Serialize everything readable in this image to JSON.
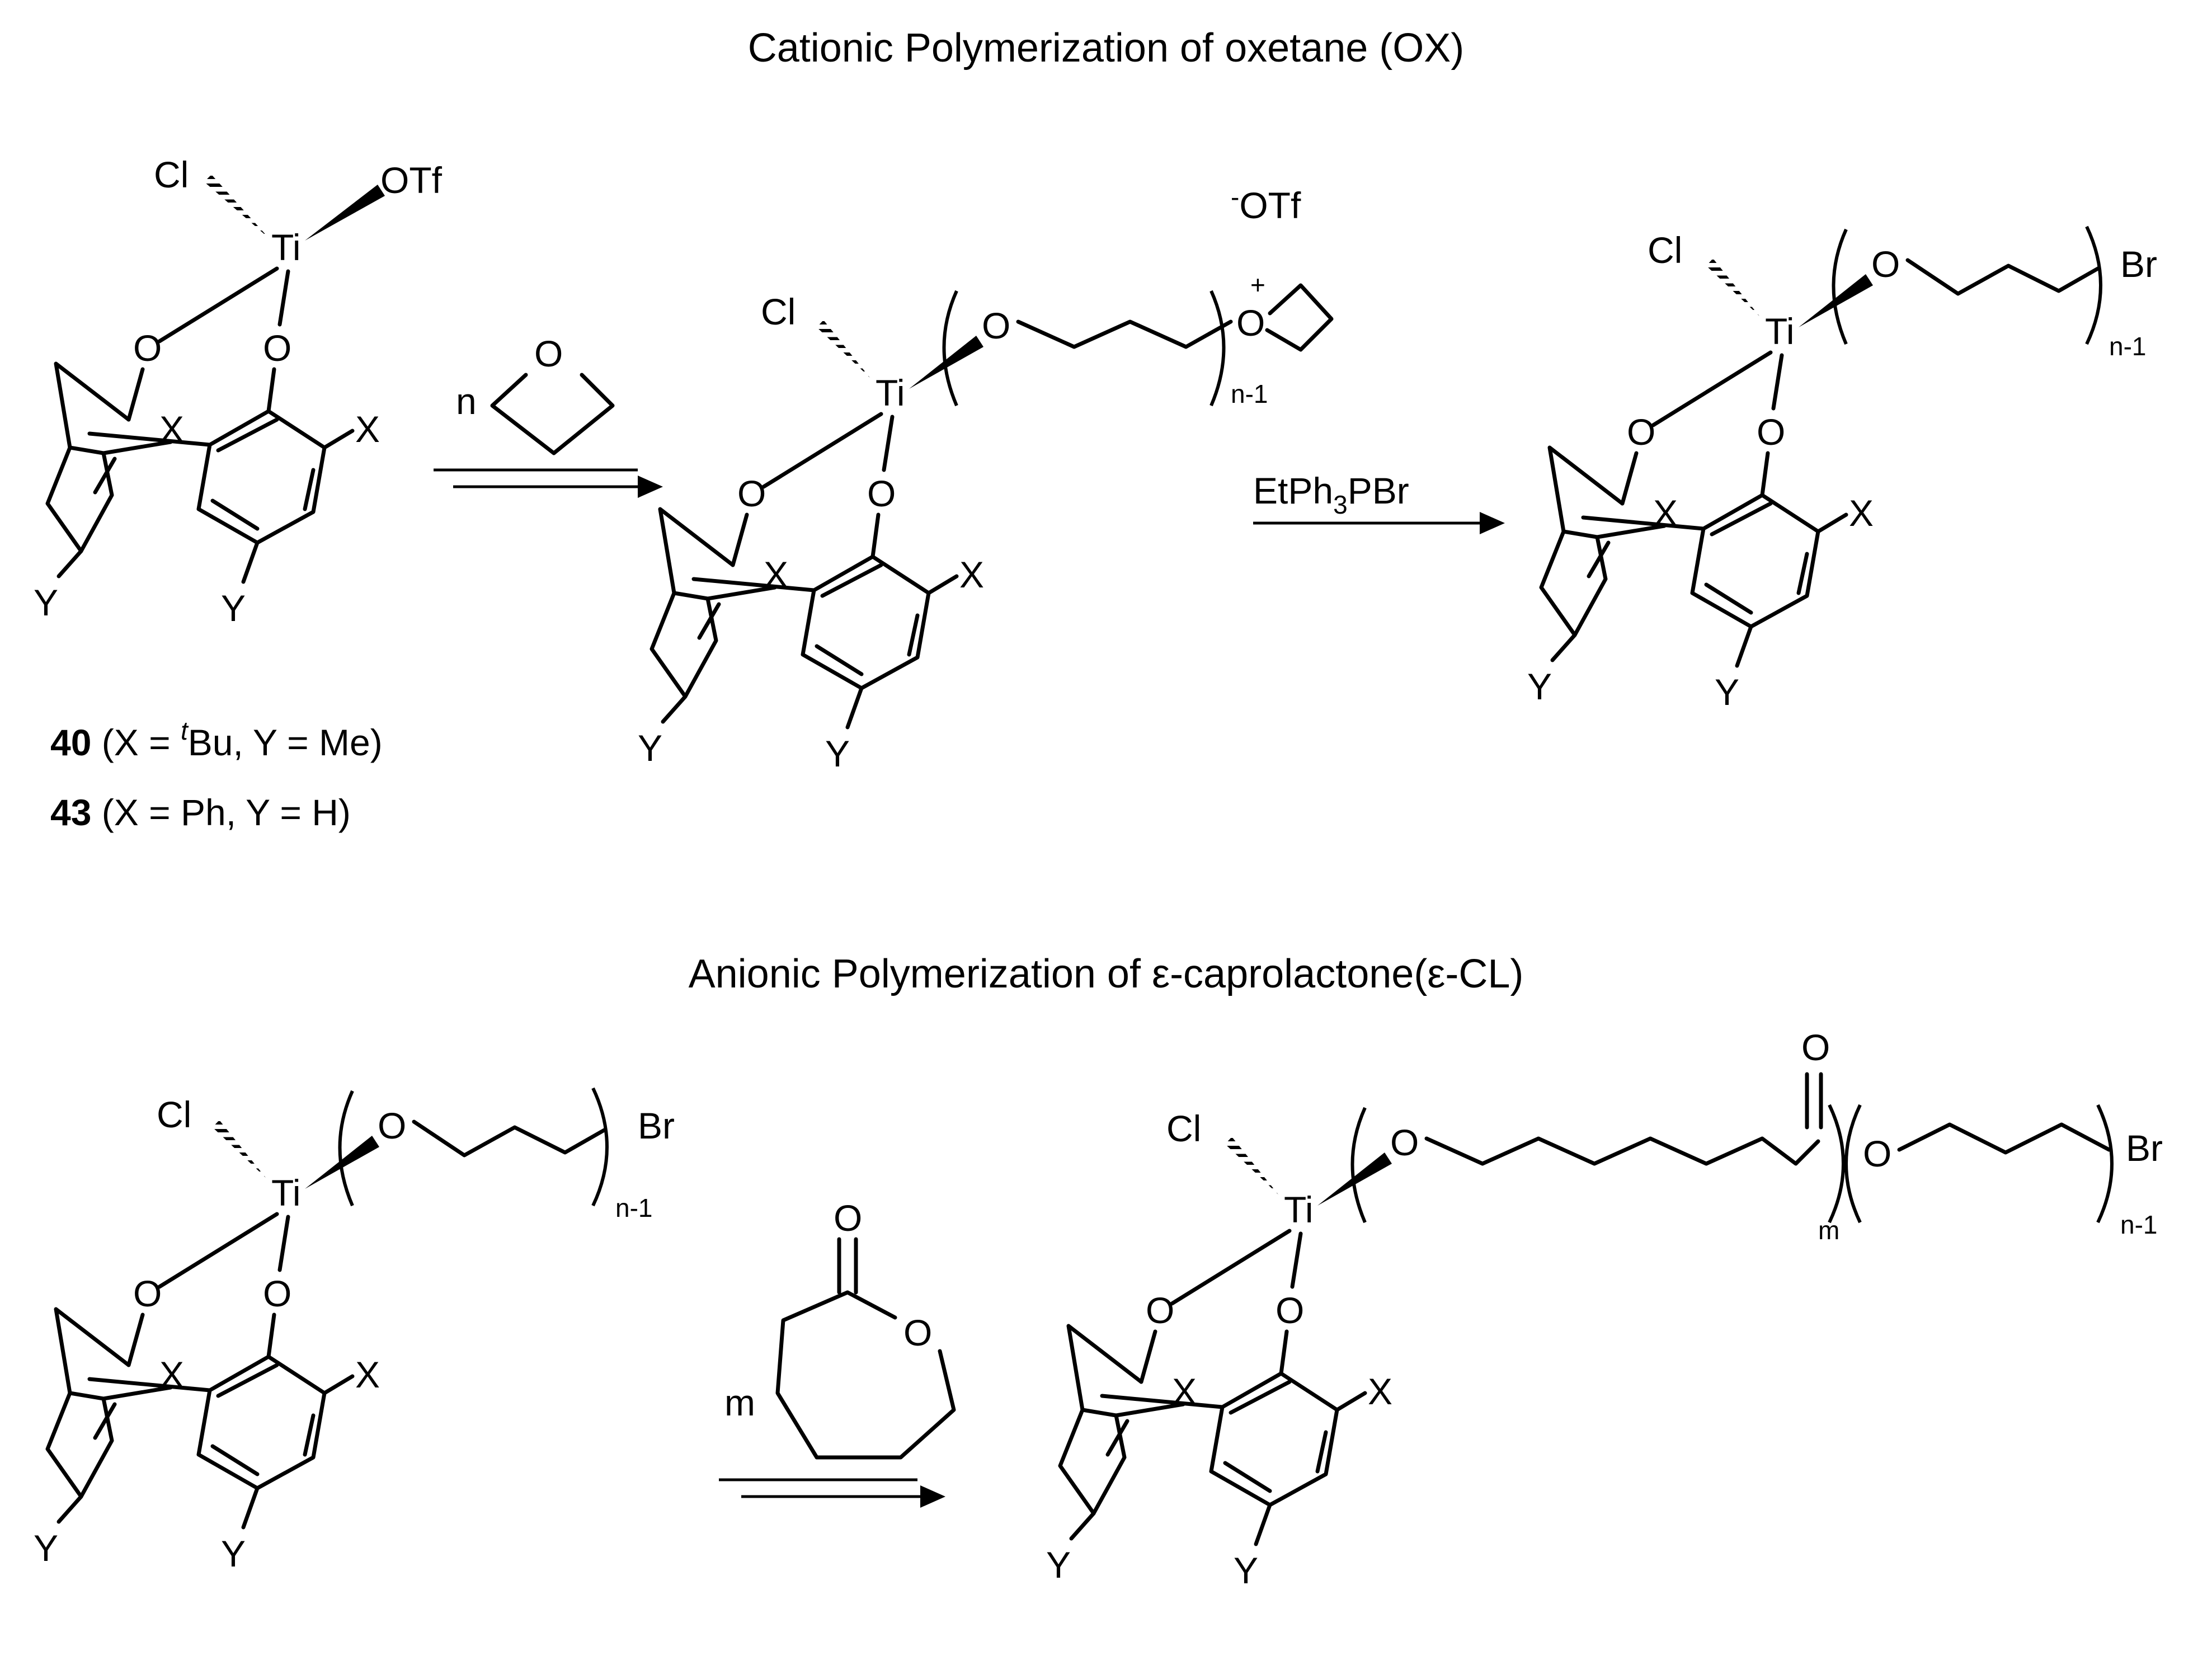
{
  "titles": {
    "cationic": "Cationic Polymerization of oxetane (OX)",
    "anionic": "Anionic Polymerization of ε-caprolactone(ε-CL)"
  },
  "atoms": {
    "cl": "Cl",
    "ti": "Ti",
    "o": "O",
    "x": "X",
    "y": "Y",
    "br": "Br",
    "otf": "OTf",
    "counterion_minus": "-",
    "counterion": "OTf",
    "plus": "+"
  },
  "subscripts": {
    "n_minus_1": "n-1",
    "m": "m",
    "n": "n"
  },
  "reagents": {
    "ethyl_phosphonium_pre": "EtPh",
    "ethyl_phosphonium_sub": "3",
    "ethyl_phosphonium_post": "PBr"
  },
  "compounds": {
    "c40_num": "40",
    "c40_open": " (X = ",
    "c40_sup": "t",
    "c40_rest": "Bu, Y = Me)",
    "c43_num": "43",
    "c43_rest": " (X = Ph, Y = H)"
  }
}
